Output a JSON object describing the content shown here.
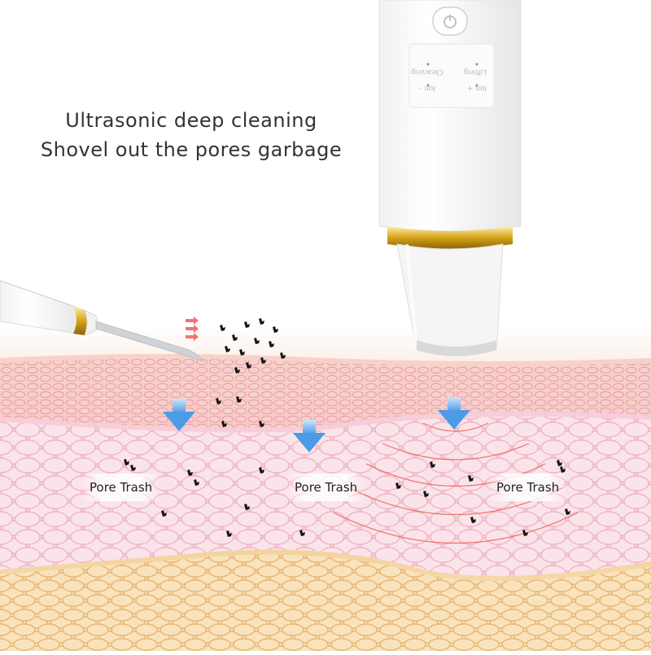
{
  "headline": {
    "line1": "Ultrasonic deep cleaning",
    "line2": "Shovel out the pores garbage"
  },
  "labels": [
    "Pore Trash",
    "Pore Trash",
    "Pore Trash"
  ],
  "device_panel": {
    "left_mode": "Cleaning",
    "right_mode": "Lifting",
    "left_ion": "Ion -",
    "right_ion": "Ion +"
  },
  "colors": {
    "skin_top": "#f7c9c4",
    "skin_mid": "#f6cbd6",
    "fat_layer": "#f6d9a8",
    "arrow_blue": "#5aa7ea",
    "gold_ring": "#d7a318",
    "wave_red": "#e8604e"
  },
  "icons": [
    "power-button-icon",
    "down-arrow-icon",
    "motion-arrows-icon"
  ]
}
